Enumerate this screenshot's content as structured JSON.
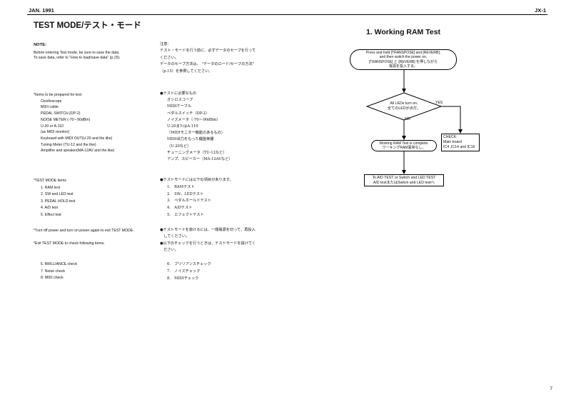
{
  "header": {
    "date": "JAN. 1991",
    "model": "JX-1"
  },
  "page_title": "TEST MODE/テスト・モード",
  "note": {
    "en_heading": "NOTE:",
    "en_lines": [
      "Before entering Test mode, be sure to save the data.",
      "To save data, refer to \"How to load/save data\" (p.15)."
    ],
    "jp_heading": "注意：",
    "jp_lines": [
      "テスト・モードを行う前に、必ずデータのセーブを行って",
      "ください。",
      "データのセーブ方法は、 \"データのロード/セーブの方法\"",
      "（p.15）を参照してください。"
    ]
  },
  "items_prepared": {
    "en_heading": "*Items to be prepared for test",
    "en_items": [
      "Oscilloscope",
      "MIDI cable",
      "PEDAL SWITCH (DP-2)",
      "NOISE METER (-70~-90dBm)",
      "U-20 or A-110",
      "(as MIDI monitor)",
      "Keyboard with MIDI OUT(U-20 and the like)",
      "Tuning Meter (TU-12 and the like)",
      "Amplifire and speaker(MA-12AV and the like)"
    ],
    "jp_heading": "●テストに必要なもの",
    "jp_items": [
      "オシロスコープ",
      "MIDIケーブル",
      "ペダルスイッチ（DP-2）",
      "ノイズメータ（-70~-90dBm）",
      "U-20またはA-110",
      "（MIDIモニター機能のあるもの）",
      "MIDI出力をもった鍵盤楽器",
      "（U-20など）",
      "チューニングメータ（TU-12など）",
      "アンプ、スピーカー（MA-12AVなど）"
    ]
  },
  "test_mode_items": {
    "en_heading": "*TEST MODE items",
    "en_items": [
      "1. RAM test",
      "2. SW and LED test",
      "3. PEDAL HOLD test",
      "4. A/D test",
      "5. Effect test"
    ],
    "jp_heading": "●テストモードには以下の項目があります。",
    "jp_items": [
      "1.　RAMテスト",
      "2.　SW、LEDテスト",
      "3.　ペダルホールドテスト",
      "4.　A/Dテスト",
      "5.　エフェクトテスト"
    ]
  },
  "exit_notes": {
    "en_exit_power": "*Turn off power and turn on power again to exit TEST MODE.",
    "en_exit_check": "*Exit TEST MODE to check following items.",
    "jp_lines": [
      "●テストモードを抜けるには、一端電源を切って、再投入",
      "　してください。",
      "●以下のチェックを行うときは、テストモードを抜けてく",
      "　ださい。"
    ]
  },
  "checks": {
    "en_items": [
      "6. BRILLIANCE check",
      "7. Noise check",
      "8. MIDI check"
    ],
    "jp_items": [
      "6.　ブリリアンスチェック",
      "7.　ノイズチェック",
      "8.　MIDIチェック"
    ]
  },
  "flowchart": {
    "title": "1. Working RAM Test",
    "start": {
      "line1": "Press and hold [TRANSPOSE] and [REVERB],",
      "line2": "and then switch the power on.",
      "line3": "[TRANSPOSE] と [REVERB] を押しながら",
      "line4": "電源を投入する。"
    },
    "decision": {
      "line1": "All LEDs turn on.",
      "line2": "全てのLEDが点灯。"
    },
    "yes_label": "YES",
    "no_label": "NO",
    "check_box": {
      "line1": "CHECK:",
      "line2": "Main board",
      "line3": "IC4 ,IC14 and IC16"
    },
    "complete": {
      "line1": "Working RAM Test is complete.",
      "line2": "ワーキングRAM異常なし。"
    },
    "next": {
      "line1": "To A/D TEST or Switch and LED TEST",
      "line2": "A/D testまたはSwitch and LED testへ"
    }
  },
  "page_number": "7"
}
